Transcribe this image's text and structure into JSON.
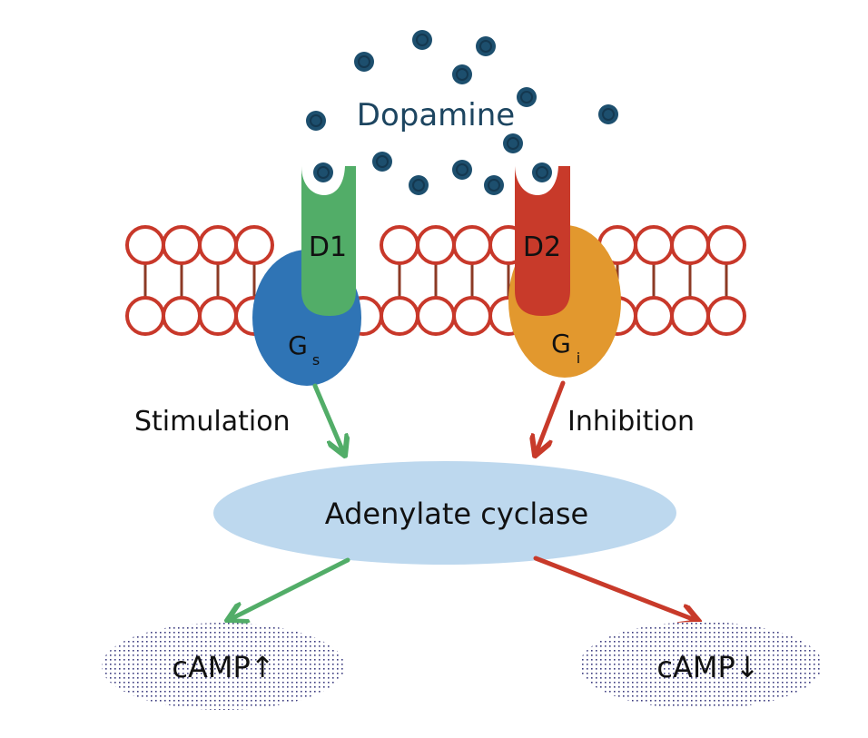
{
  "ligand": {
    "name": "Dopamine",
    "color": "#1d4f6e"
  },
  "receptors": [
    {
      "label": "D1",
      "color": "#52ad68"
    },
    {
      "label": "D2",
      "color": "#c83a2a"
    }
  ],
  "g_proteins": [
    {
      "letter": "G",
      "subscript": "s",
      "color": "#2f74b5"
    },
    {
      "letter": "G",
      "subscript": "i",
      "color": "#e2982e"
    }
  ],
  "effects": {
    "stimulation": {
      "label": "Stimulation",
      "color": "#52ad68"
    },
    "inhibition": {
      "label": "Inhibition",
      "color": "#c83a2a"
    }
  },
  "enzyme": {
    "label": "Adenylate cyclase",
    "color": "#bdd8ee"
  },
  "products": [
    {
      "label": "cAMP↑"
    },
    {
      "label": "cAMP↓"
    }
  ],
  "membrane": {
    "color": "#c8382a"
  }
}
